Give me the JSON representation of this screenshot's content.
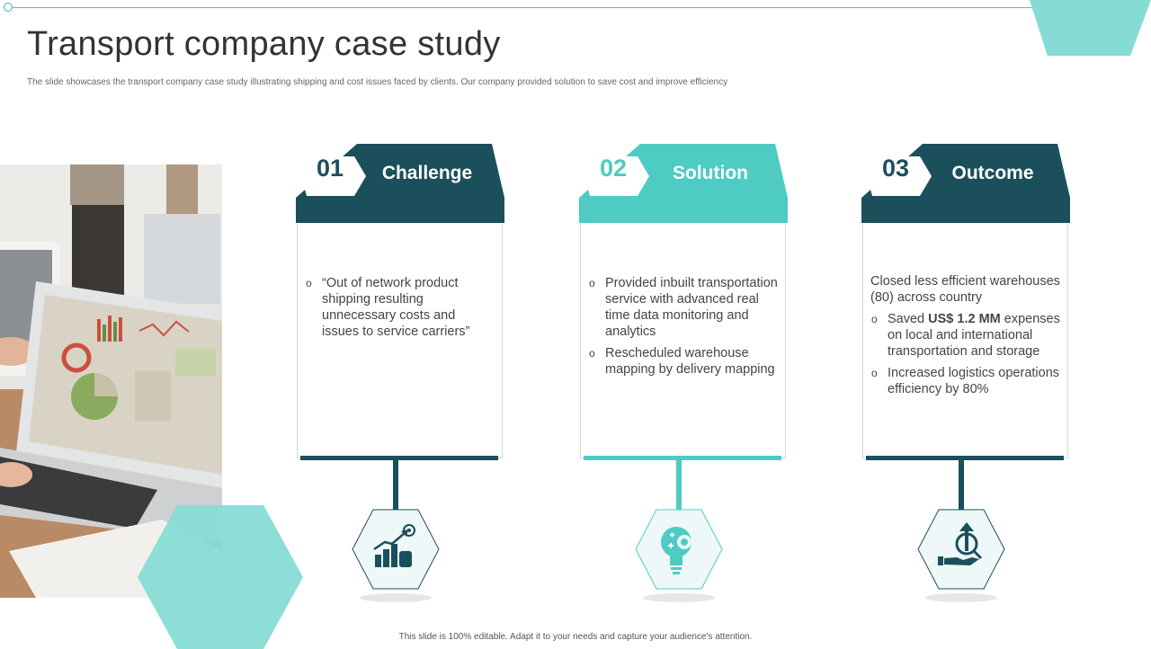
{
  "page": {
    "title": "Transport company case study",
    "subtitle": "The slide showcases the transport company case study illustrating shipping and cost issues faced by clients. Our company provided solution to save cost and improve efficiency",
    "footer": "This slide is 100% editable.  Adapt it to your needs and capture your audience's attention."
  },
  "colors": {
    "dark_teal": "#1b4f5c",
    "light_teal": "#4ecbc2",
    "hex_accent": "#86dcd5"
  },
  "cards": [
    {
      "number": "01",
      "heading": "Challenge",
      "icon": "growth-chart-icon",
      "bullets": [
        "“Out of network product shipping resulting unnecessary costs and issues to service carriers”"
      ]
    },
    {
      "number": "02",
      "heading": "Solution",
      "icon": "lightbulb-gear-icon",
      "bullets": [
        "Provided inbuilt transportation service with advanced real time data monitoring and analytics",
        "Rescheduled warehouse mapping by delivery mapping"
      ]
    },
    {
      "number": "03",
      "heading": "Outcome",
      "icon": "hand-arrow-search-icon",
      "intro": "Closed less efficient warehouses (80) across country",
      "saved_prefix": "Saved ",
      "saved_amount": "US$ 1.2 MM",
      "saved_suffix": " expenses on local and international transportation and storage",
      "bullets": [
        "Increased logistics operations efficiency by 80%"
      ]
    }
  ]
}
